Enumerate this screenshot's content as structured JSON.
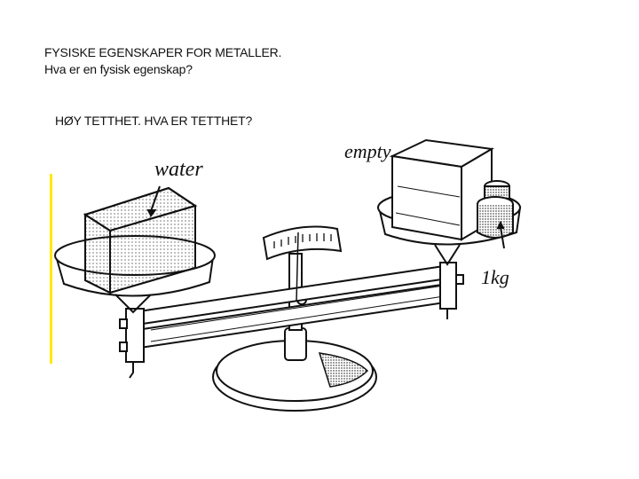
{
  "slide": {
    "title_line1": "FYSISKE EGENSKAPER FOR METALLER.",
    "title_line2": "Hva er en fysisk egenskap?",
    "subheading": "HØY TETTHET. HVA ER TETTHET?",
    "accent_color": "#ffe800"
  },
  "illustration": {
    "left_label": "water",
    "right_label": "empty",
    "weight_label": "1kg"
  }
}
